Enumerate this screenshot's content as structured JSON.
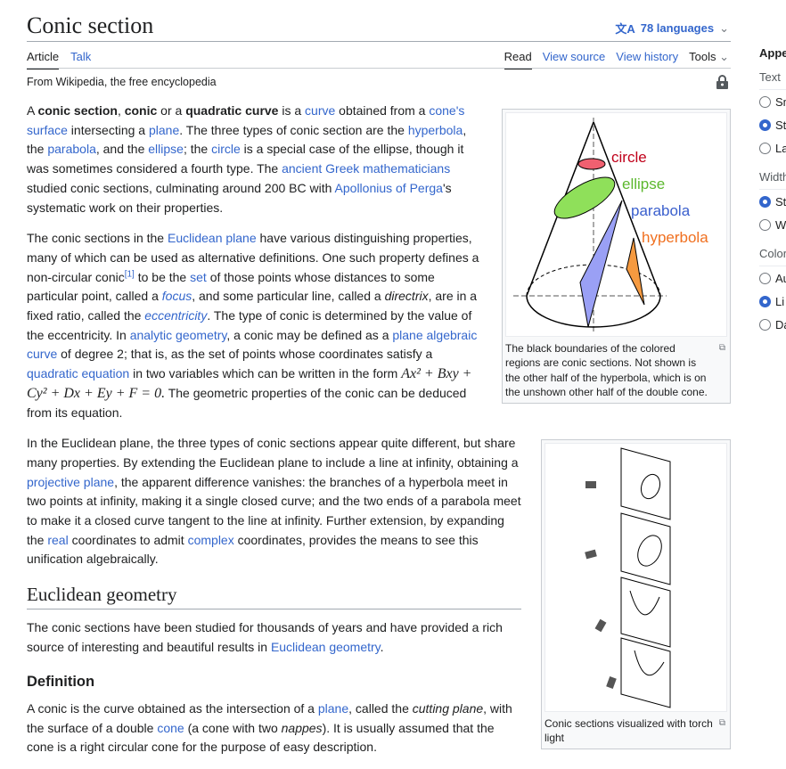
{
  "title": "Conic section",
  "languages": "78 languages",
  "tabs_left": [
    "Article",
    "Talk"
  ],
  "tabs_right": [
    "Read",
    "View source",
    "View history",
    "Tools"
  ],
  "from": "From Wikipedia, the free encyclopedia",
  "paragraphs": [
    [
      {
        "t": "A "
      },
      {
        "t": "conic section",
        "b": 1
      },
      {
        "t": ", "
      },
      {
        "t": "conic",
        "b": 1
      },
      {
        "t": " or a "
      },
      {
        "t": "quadratic curve",
        "b": 1
      },
      {
        "t": " is a "
      },
      {
        "t": "curve",
        "l": 1
      },
      {
        "t": " obtained from a "
      },
      {
        "t": "cone's surface",
        "l": 1
      },
      {
        "t": " intersecting a "
      },
      {
        "t": "plane",
        "l": 1
      },
      {
        "t": ". The three types of conic section are the "
      },
      {
        "t": "hyperbola",
        "l": 1
      },
      {
        "t": ", the "
      },
      {
        "t": "parabola",
        "l": 1
      },
      {
        "t": ", and the "
      },
      {
        "t": "ellipse",
        "l": 1
      },
      {
        "t": "; the "
      },
      {
        "t": "circle",
        "l": 1
      },
      {
        "t": " is a special case of the ellipse, though it was sometimes considered a fourth type. The "
      },
      {
        "t": "ancient Greek mathematicians",
        "l": 1
      },
      {
        "t": " studied conic sections, culminating around 200 BC with "
      },
      {
        "t": "Apollonius of Perga",
        "l": 1
      },
      {
        "t": "'s systematic work on their properties."
      }
    ],
    [
      {
        "t": "The conic sections in the "
      },
      {
        "t": "Euclidean plane",
        "l": 1
      },
      {
        "t": " have various distinguishing properties, many of which can be used as alternative definitions. One such property defines a non-circular conic"
      },
      {
        "t": "[1]",
        "l": 1,
        "s": 1
      },
      {
        "t": " to be the "
      },
      {
        "t": "set",
        "l": 1
      },
      {
        "t": " of those points whose distances to some particular point, called a "
      },
      {
        "t": "focus",
        "l": 1,
        "i": 1
      },
      {
        "t": ", and some particular line, called a "
      },
      {
        "t": "directrix",
        "i": 1
      },
      {
        "t": ", are in a fixed ratio, called the "
      },
      {
        "t": "eccentricity",
        "l": 1,
        "i": 1
      },
      {
        "t": ". The type of conic is determined by the value of the eccentricity. In "
      },
      {
        "t": "analytic geometry",
        "l": 1
      },
      {
        "t": ", a conic may be defined as a "
      },
      {
        "t": "plane algebraic curve",
        "l": 1
      },
      {
        "t": " of degree 2; that is, as the set of points whose coordinates satisfy a "
      },
      {
        "t": "quadratic equation",
        "l": 1
      },
      {
        "t": " in two variables which can be written in the form "
      },
      {
        "t": "Ax² + Bxy + Cy² + Dx + Ey + F = 0.",
        "m": 1
      },
      {
        "t": " The geometric properties of the conic can be deduced from its equation."
      }
    ],
    [
      {
        "t": "In the Euclidean plane, the three types of conic sections appear quite different, but share many properties. By extending the Euclidean plane to include a line at infinity, obtaining a "
      },
      {
        "t": "projective plane",
        "l": 1
      },
      {
        "t": ", the apparent difference vanishes: the branches of a hyperbola meet in two points at infinity, making it a single closed curve; and the two ends of a parabola meet to make it a closed curve tangent to the line at infinity. Further extension, by expanding the "
      },
      {
        "t": "real",
        "l": 1
      },
      {
        "t": " coordinates to admit "
      },
      {
        "t": "complex",
        "l": 1
      },
      {
        "t": " coordinates, provides the means to see this unification algebraically."
      }
    ],
    [
      {
        "t": "The conic sections have been studied for thousands of years and have provided a rich source of interesting and beautiful results in "
      },
      {
        "t": "Euclidean geometry",
        "l": 1
      },
      {
        "t": "."
      }
    ],
    [
      {
        "t": "A conic is the curve obtained as the intersection of a "
      },
      {
        "t": "plane",
        "l": 1
      },
      {
        "t": ", called the "
      },
      {
        "t": "cutting plane",
        "i": 1
      },
      {
        "t": ", with the surface of a double "
      },
      {
        "t": "cone",
        "l": 1
      },
      {
        "t": " (a cone with two "
      },
      {
        "t": "nappes",
        "i": 1
      },
      {
        "t": "). It is usually assumed that the cone is a right circular cone for the purpose of easy description."
      }
    ]
  ],
  "h2_euclid": "Euclidean geometry",
  "h3_definition": "Definition",
  "fig1": {
    "labels": [
      "circle",
      "ellipse",
      "parabola",
      "hyperbola"
    ],
    "caption": "The black boundaries of the colored regions are conic sections. Not shown is the other half of the hyperbola, which is on the unshown other half of the double cone."
  },
  "fig2": {
    "caption": "Conic sections visualized with torch light"
  },
  "sidebar": {
    "title": "Appe",
    "groups": [
      {
        "label": "Text",
        "options": [
          "Sm",
          "St",
          "La"
        ],
        "selected": 1
      },
      {
        "label": "Width",
        "options": [
          "St",
          "W"
        ],
        "selected": 0
      },
      {
        "label": "Color",
        "options": [
          "Au",
          "Li",
          "Da"
        ],
        "selected": 1
      }
    ]
  },
  "colors": {
    "circle": "#c0001a",
    "ellipse": "#5cb82e",
    "parabola": "#3a5fcd",
    "hyperbola": "#f07020"
  }
}
